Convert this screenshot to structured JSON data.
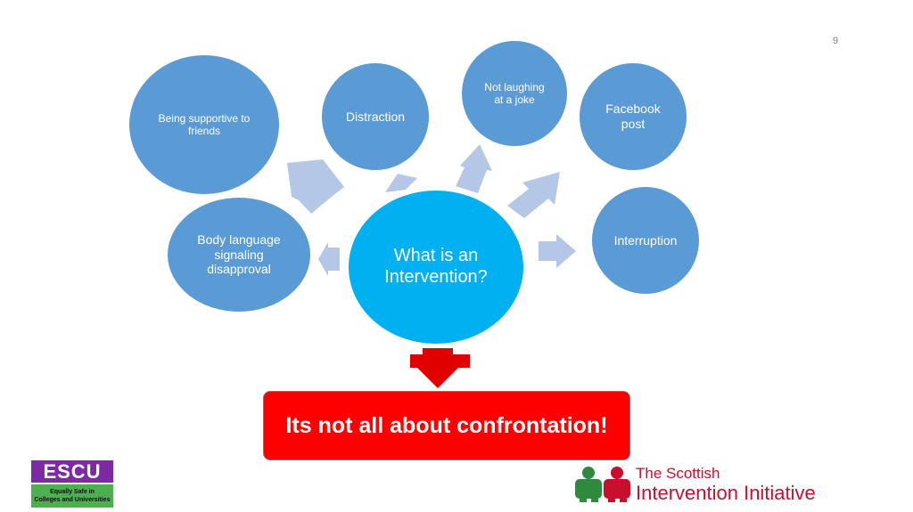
{
  "slide_number": "9",
  "center": {
    "line1": "What is an",
    "line2": "Intervention?"
  },
  "bubbles": {
    "supportive": {
      "line1": "Being supportive to",
      "line2": "friends"
    },
    "distraction": {
      "line1": "Distraction"
    },
    "not_laughing": {
      "line1": "Not laughing",
      "line2": "at a joke"
    },
    "facebook": {
      "line1": "Facebook",
      "line2": "post"
    },
    "body_language": {
      "line1": "Body language",
      "line2": "signaling",
      "line3": "disapproval"
    },
    "interruption": {
      "line1": "Interruption"
    }
  },
  "callout": "Its not all about confrontation!",
  "escu_logo": {
    "name": "ESCU",
    "tagline1": "Equally Safe in",
    "tagline2": "Colleges and Universities"
  },
  "sii_logo": {
    "line1": "The Scottish",
    "line2": "Intervention Initiative"
  },
  "colors": {
    "bubble": "#5b9bd5",
    "center": "#00b0f0",
    "arrow": "#b4c7e7",
    "callout": "#ff0000",
    "down_arrow": "#e00000",
    "escu_purple": "#7d2ba5",
    "escu_green": "#4caf50",
    "sii_red": "#c8102e",
    "sii_green": "#2e8b3d"
  }
}
